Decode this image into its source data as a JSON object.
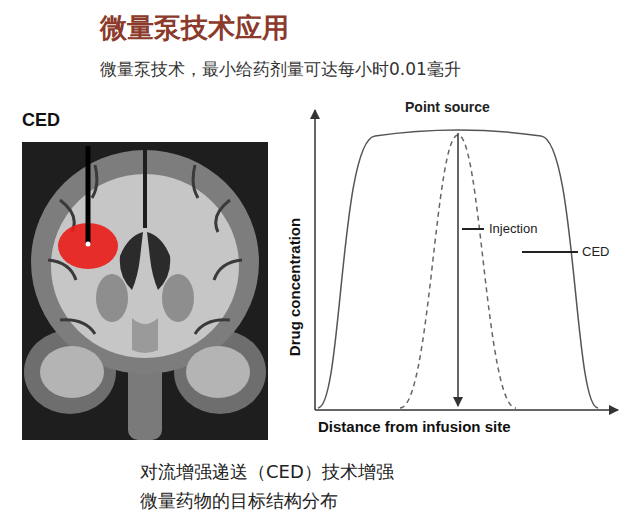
{
  "diagram": {
    "title": "微量泵技术应用",
    "caption": "对流增强递送（CED）技术增强 微量药物的目标结构分布",
    "labels": [
      "微量泵技术，最小给药剂量可达每小时0.01毫升",
      "CED",
      "Point source",
      "Injection",
      "CED",
      "Drug concentration",
      "Distance from infusion site"
    ]
  }
}
